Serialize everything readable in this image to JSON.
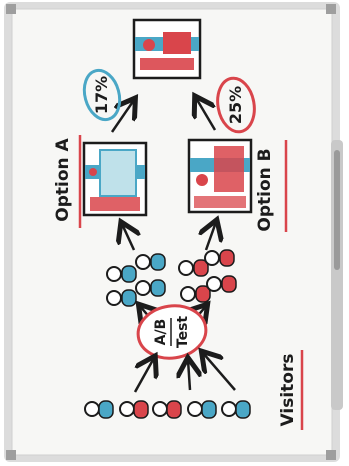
{
  "colors": {
    "board": "#f7f7f5",
    "frame": "#bdbdbd",
    "ink": "#1c1c1c",
    "red": "#d9454b",
    "blue": "#4aa7c6",
    "light_blue": "#bfe1ea"
  },
  "labels": {
    "option_a": "Option A",
    "option_b": "Option B",
    "percent_a": "17%",
    "percent_b": "25%",
    "ab_test_line1": "A/B",
    "ab_test_line2": "Test",
    "visitors": "Visitors"
  },
  "icons": {
    "winner_page": "webpage-icon",
    "page_a": "webpage-icon",
    "page_b": "webpage-icon",
    "visitor": "person-icon"
  }
}
